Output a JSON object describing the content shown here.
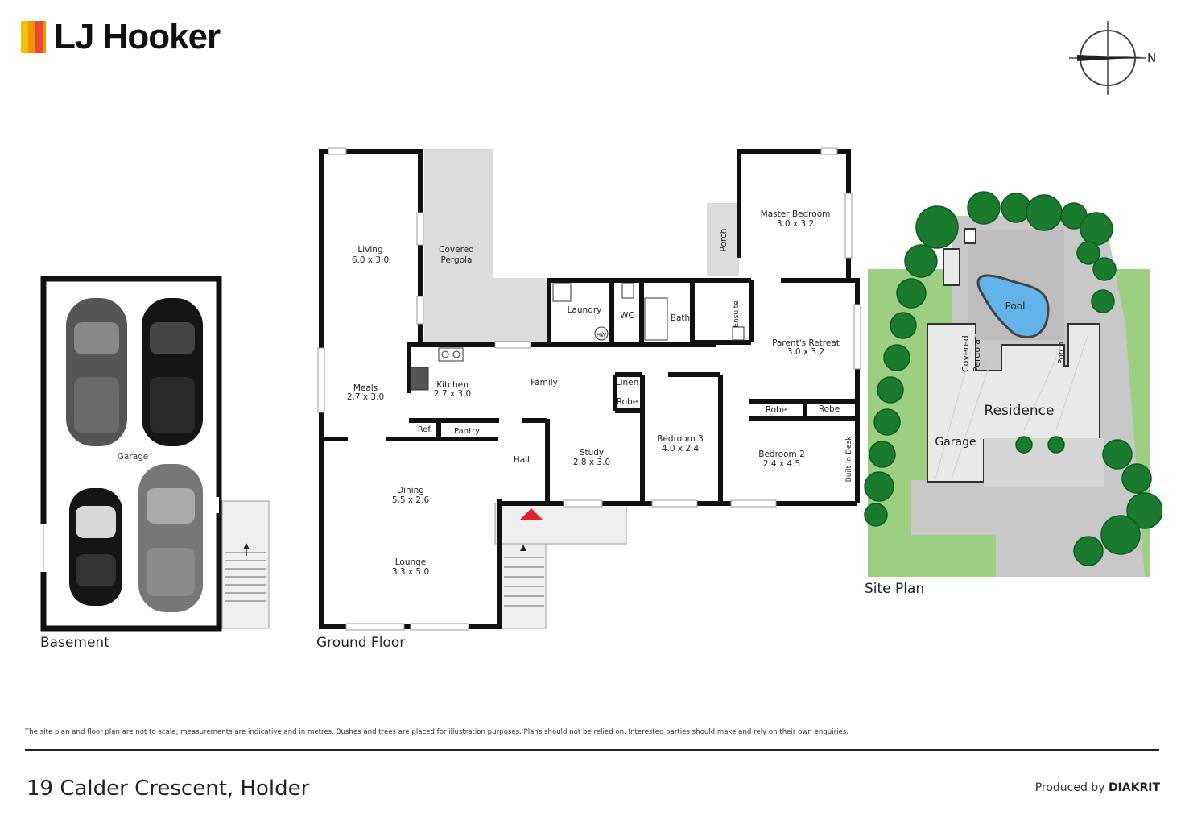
{
  "brand": {
    "name": "LJ Hooker",
    "colors": [
      "#f5c000",
      "#f29400",
      "#e8493a"
    ]
  },
  "compass": {
    "label": "N"
  },
  "basement": {
    "caption": "Basement",
    "garage_label": "Garage"
  },
  "ground_floor": {
    "caption": "Ground Floor",
    "rooms": [
      {
        "name": "Living",
        "size": "6.0 x 3.0"
      },
      {
        "name": "Covered",
        "name2": "Pergola"
      },
      {
        "name": "Porch"
      },
      {
        "name": "Master Bedroom",
        "size": "3.0 x 3.2"
      },
      {
        "name": "Laundry"
      },
      {
        "name": "HW"
      },
      {
        "name": "WC"
      },
      {
        "name": "Bath"
      },
      {
        "name": "Ensuite"
      },
      {
        "name": "Parent's Retreat",
        "size": "3.0 x 3.2"
      },
      {
        "name": "Meals",
        "size": "2.7 x 3.0"
      },
      {
        "name": "Kitchen",
        "size": "2.7 x 3.0"
      },
      {
        "name": "Family"
      },
      {
        "name": "Linen"
      },
      {
        "name": "Robe"
      },
      {
        "name": "Robe"
      },
      {
        "name": "Robe"
      },
      {
        "name": "Ref."
      },
      {
        "name": "Pantry"
      },
      {
        "name": "Hall"
      },
      {
        "name": "Study",
        "size": "2.8 x 3.0"
      },
      {
        "name": "Bedroom 3",
        "size": "4.0 x 2.4"
      },
      {
        "name": "Bedroom 2",
        "size": "2.4 x 4.5"
      },
      {
        "name": "Built In Desk"
      },
      {
        "name": "Dining",
        "size": "5.5 x 2.6"
      },
      {
        "name": "Lounge",
        "size": "3.3 x 5.0"
      }
    ]
  },
  "site_plan": {
    "caption": "Site Plan",
    "pool": "Pool",
    "residence": "Residence",
    "garage": "Garage",
    "pergola1": "Covered",
    "pergola2": "Pergola",
    "porch": "Porch"
  },
  "footer": {
    "disclaimer": "The site plan and floor plan are not to scale; measurements are indicative and in metres. Bushes and trees are placed for illustration purposes. Plans should not be relied on. Interested parties should make and rely on their own enquiries.",
    "address": "19 Calder Crescent, Holder",
    "produced_by": "Produced by",
    "producer": "DIAKRIT"
  }
}
